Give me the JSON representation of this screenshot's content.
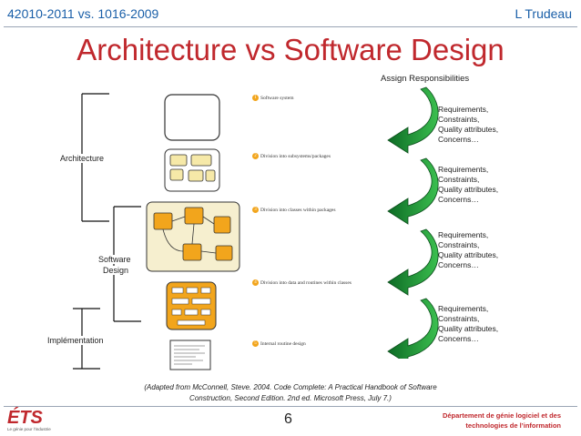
{
  "header": {
    "left": "42010-2011 vs. 1016-2009",
    "right": "L Trudeau"
  },
  "title": "Architecture vs Software Design",
  "assign_label": "Assign Responsibilities",
  "labels": {
    "architecture": "Architecture",
    "software_design_line1": "Software",
    "software_design_line2": "Design",
    "implementation": "Implémentation"
  },
  "steps": [
    {
      "num": "1",
      "text": "Software system"
    },
    {
      "num": "2",
      "text": "Division into subsystems/packages"
    },
    {
      "num": "3",
      "text": "Division into classes within packages"
    },
    {
      "num": "4",
      "text": "Division into data and routines within classes"
    },
    {
      "num": "5",
      "text": "Internal routine design"
    }
  ],
  "requirements": [
    [
      "Requirements,",
      "Constraints,",
      "Quality attributes,",
      "Concerns…"
    ],
    [
      "Requirements,",
      "Constraints,",
      "Quality attributes,",
      "Concerns…"
    ],
    [
      "Requirements,",
      "Constraints,",
      "Quality attributes,",
      "Concerns…"
    ],
    [
      "Requirements,",
      "Constraints,",
      "Quality attributes,",
      "Concerns…"
    ]
  ],
  "caption_line1": "(Adapted from McConnell, Steve. 2004. Code Complete: A Practical Handbook of Software",
  "caption_line2": "Construction, Second Edition. 2nd ed. Microsoft Press, July 7.)",
  "page_number": "6",
  "footer_right_line1": "Département de génie logiciel et des",
  "footer_right_line2": "technologies de l’information",
  "logo": {
    "text": "ÉTS",
    "tagline": "Le génie pour l’industrie"
  },
  "colors": {
    "header_blue": "#1a5fa8",
    "title_red": "#c0282d",
    "arrow_green": "#1f9c3a",
    "accent_orange": "#f2a51c"
  }
}
